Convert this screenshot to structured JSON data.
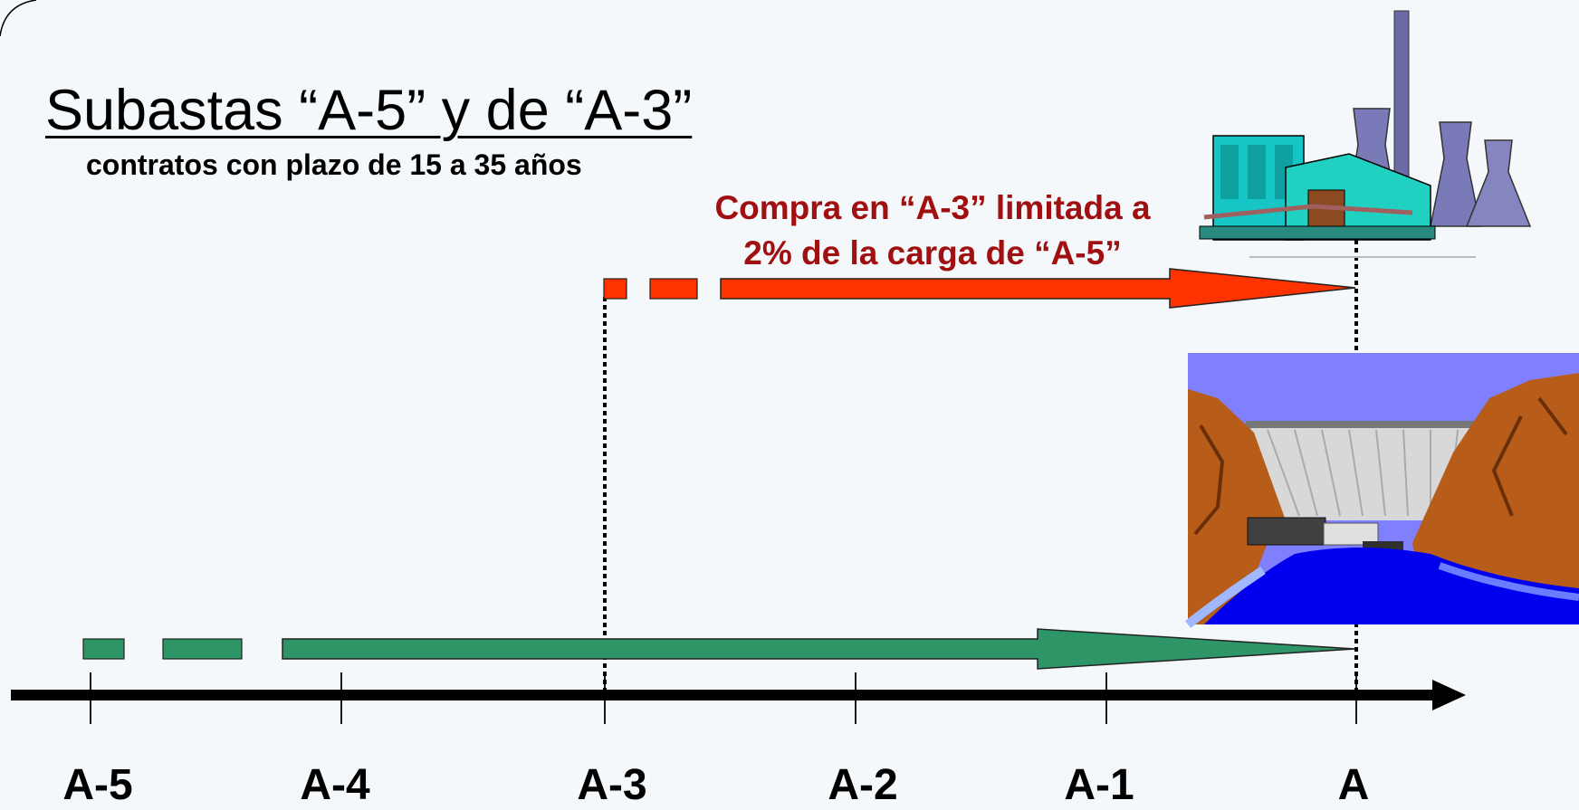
{
  "title": "Subastas “A-5” y de “A-3”",
  "subtitle": "contratos con plazo de 15 a 35 años",
  "note": {
    "line1": "Compra en “A-3” limitada a",
    "line2": "2% de la carga de “A-5”"
  },
  "timeline": {
    "ticks": [
      "A-5",
      "A-4",
      "A-3",
      "A-2",
      "A-1",
      "A"
    ]
  },
  "colors": {
    "green_arrow": "#2e9566",
    "red_arrow": "#ff3300",
    "note_text": "#a01010",
    "axis": "#000000"
  },
  "icons": [
    "power-plant-illustration",
    "hydroelectric-dam-illustration"
  ]
}
